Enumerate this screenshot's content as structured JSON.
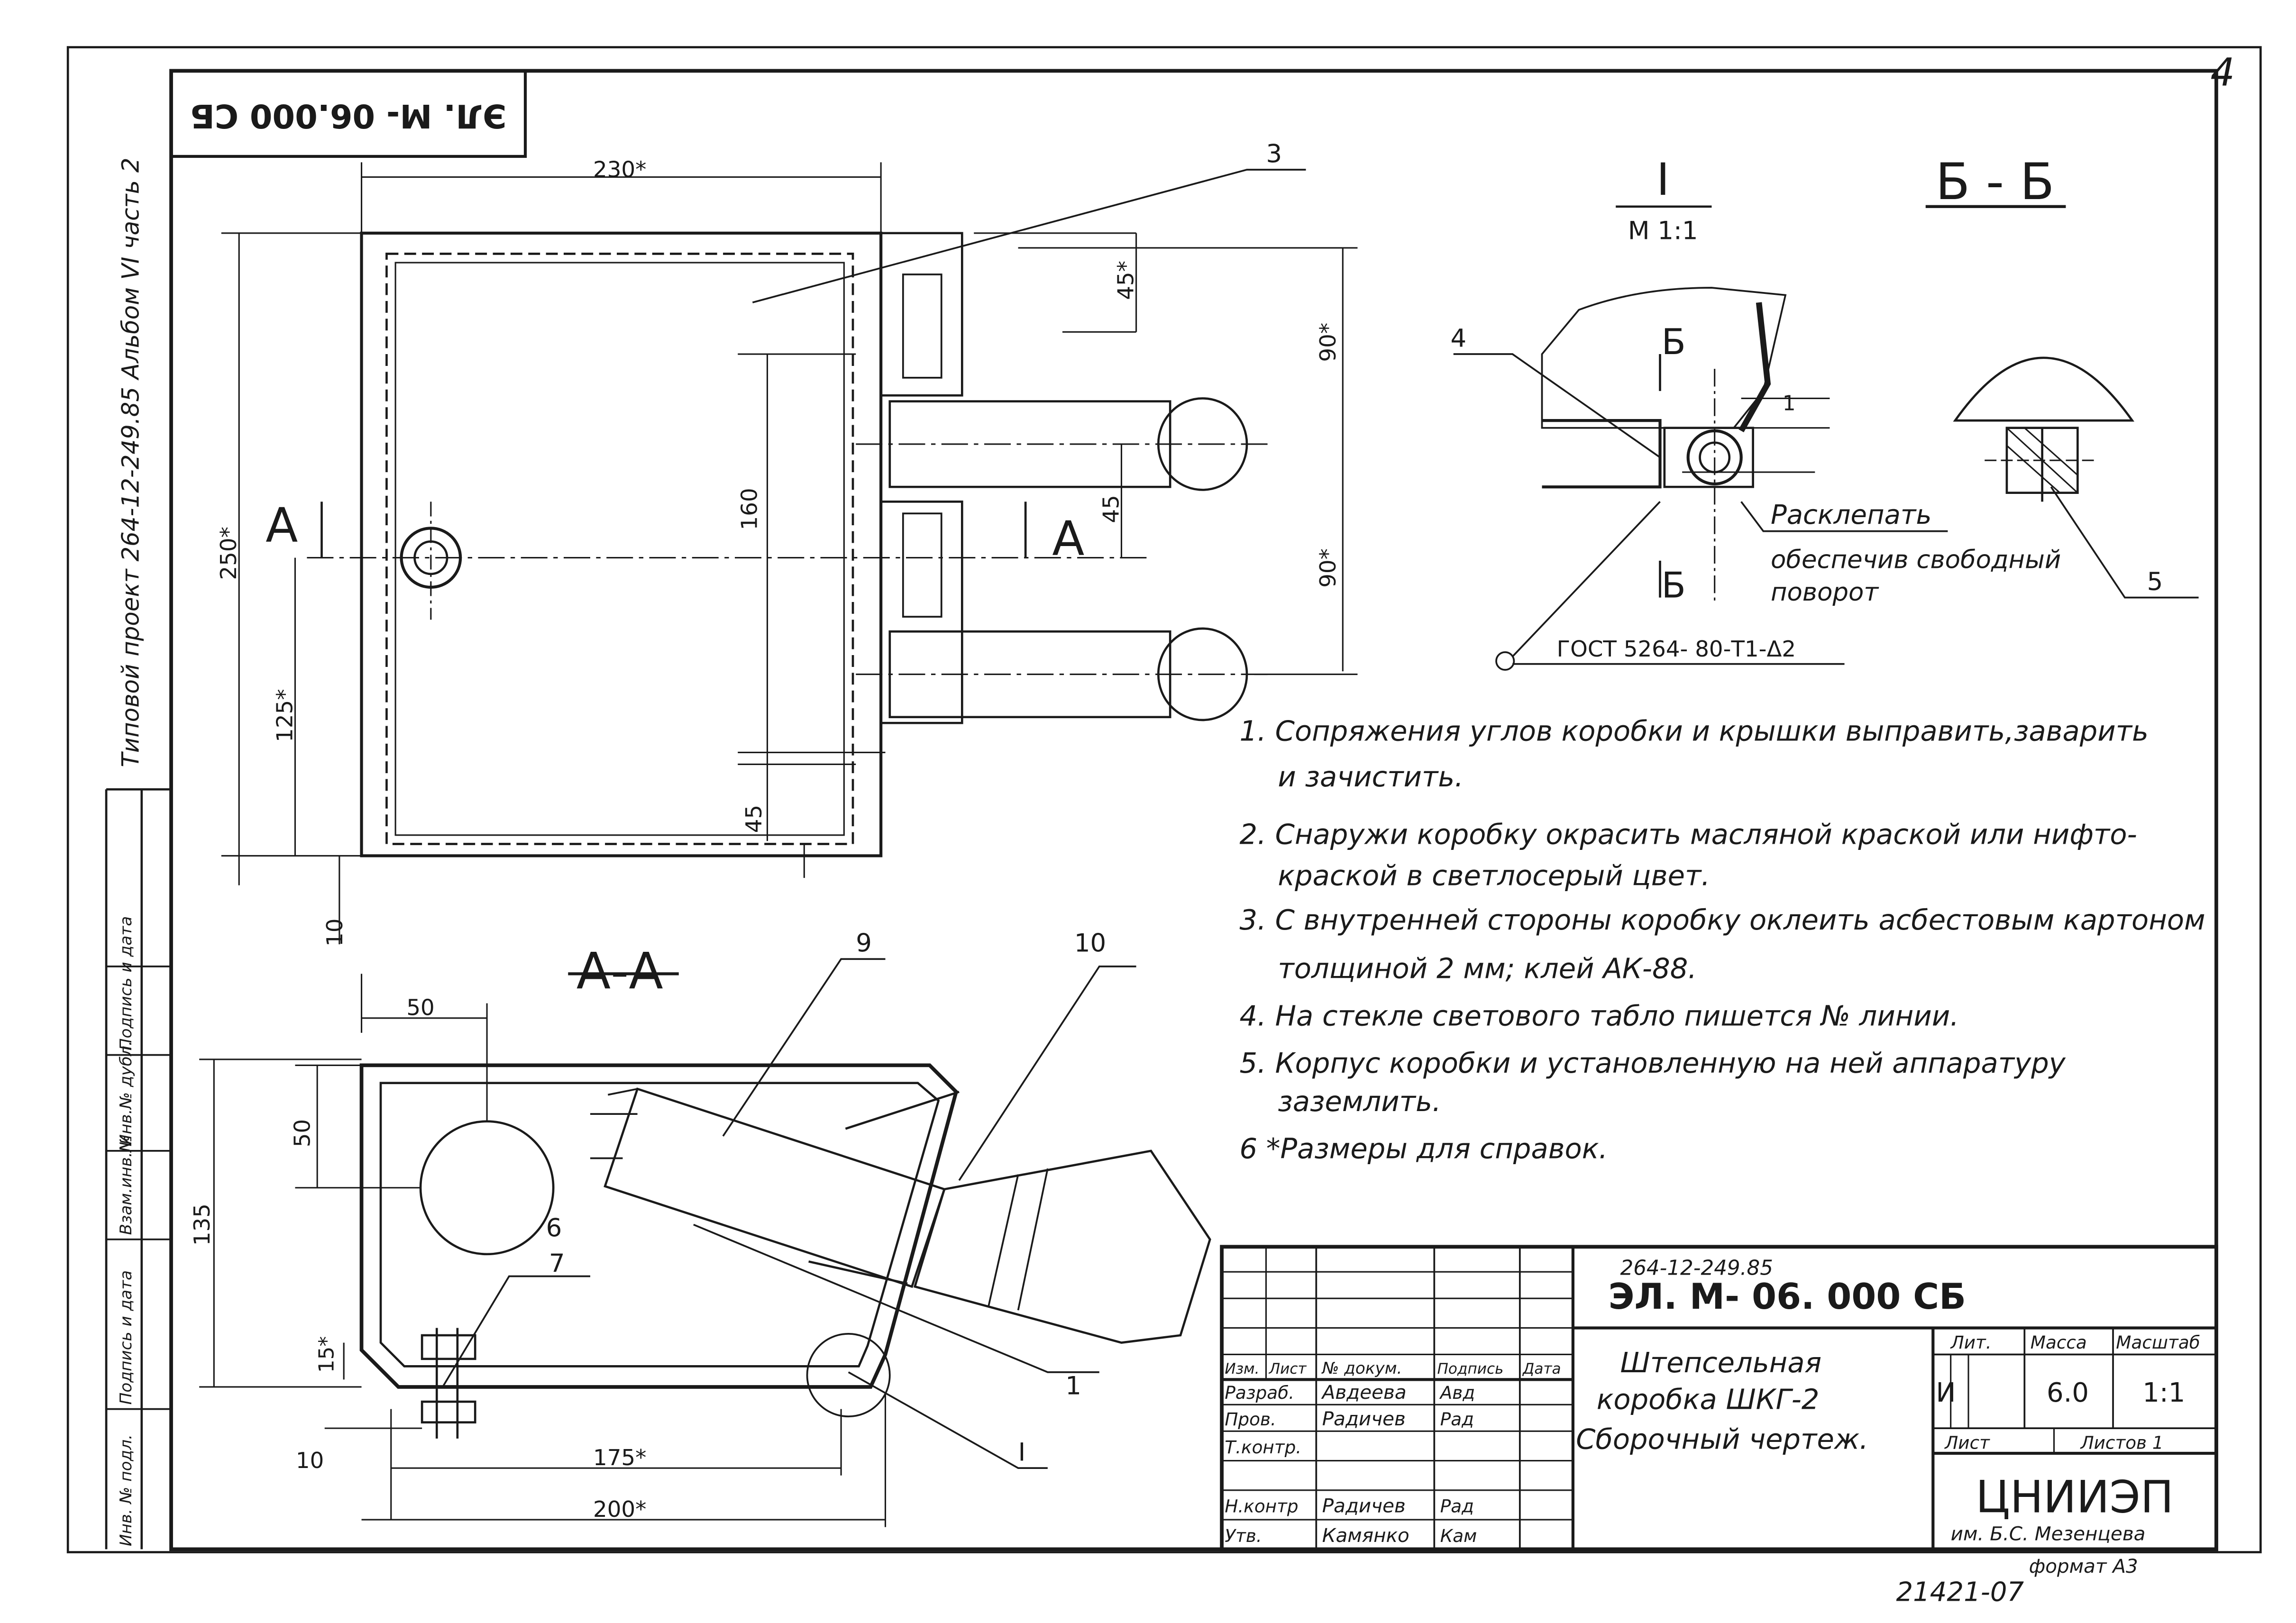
{
  "sheet": {
    "page_number": "4",
    "format": "формат А3",
    "bottom_number": "21421-07"
  },
  "side_strip": {
    "project": "Типовой проект  264-12-249.85 Альбом VI часть 2",
    "cells": [
      "Инв. № подл.",
      "Подпись и дата",
      "Взам.инв.№",
      "Инв.№ дубл.",
      "Подпись и дата"
    ]
  },
  "stamp_top": "ЭЛ. М- 06.000 СБ",
  "top_view": {
    "dims": {
      "w230": "230*",
      "h250": "250*",
      "h160": "160",
      "h125": "125*",
      "h45a": "45*",
      "h90a": "90*",
      "h45b": "45",
      "h90b": "90*",
      "h45c": "45",
      "h10": "10"
    },
    "section_letter": "А",
    "label_3": "3"
  },
  "section_aa": {
    "title": "А-А",
    "dims": {
      "d50w": "50",
      "d50h": "50",
      "d135": "135",
      "d15": "15*",
      "d10": "10",
      "d175": "175*",
      "d200": "200*"
    },
    "labels": [
      "9",
      "10",
      "6",
      "7",
      "1",
      "I"
    ]
  },
  "detail_i": {
    "title": "I",
    "scale": "М 1:1",
    "label_4": "4",
    "section_mark": "Б",
    "dim_1": "1",
    "note_rivet": "Расклепать",
    "note_turn_1": "обеспечив свободный",
    "note_turn_2": "поворот",
    "gost": "ГОСТ 5264- 80-Т1-Δ2"
  },
  "section_bb": {
    "title": "Б - Б",
    "label_5": "5"
  },
  "notes": [
    "1. Сопряжения углов коробки и крышки выправить,заварить",
    "и зачистить.",
    "2. Снаружи коробку окрасить масляной краской или нифто-",
    "краской в светлосерый цвет.",
    "3. С внутренней стороны коробку оклеить асбестовым картоном",
    "толщиной 2 мм; клей АК-88.",
    "4. На стекле светового табло пишется № линии.",
    "5. Корпус коробки и установленную на ней аппаратуру",
    "заземлить.",
    "6 *Размеры для справок."
  ],
  "title_block": {
    "doc_small": "264-12-249.85",
    "doc_code": "ЭЛ. М- 06. 000 СБ",
    "headers": [
      "Изм.",
      "Лист",
      "№ докум.",
      "Подпись",
      "Дата"
    ],
    "rows": [
      {
        "role": "Разраб.",
        "name": "Авдеева",
        "sign": "Авд"
      },
      {
        "role": "Пров.",
        "name": "Радичев",
        "sign": "Рад"
      },
      {
        "role": "Т.контр.",
        "name": "",
        "sign": ""
      },
      {
        "role": "",
        "name": "",
        "sign": ""
      },
      {
        "role": "Н.контр",
        "name": "Радичев",
        "sign": "Рад"
      },
      {
        "role": "Утв.",
        "name": "Камянко",
        "sign": "Кам"
      }
    ],
    "title_1": "Штепсельная",
    "title_2": "коробка      ШКГ-2",
    "title_3": "Сборочный     чертеж.",
    "lit_label": "Лит.",
    "mass_label": "Масса",
    "scale_label": "Масштаб",
    "lit": "И",
    "mass": "6.0",
    "scale": "1:1",
    "sheet_label": "Лист",
    "sheets_label": "Листов 1",
    "org": "ЦНИИЭП",
    "org_sub": "им. Б.С. Мезенцева"
  }
}
